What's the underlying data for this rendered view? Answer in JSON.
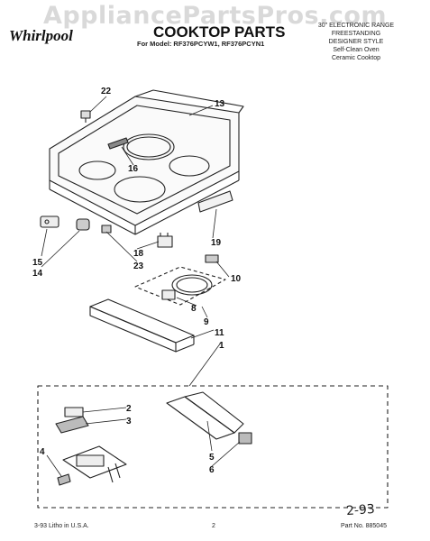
{
  "header": {
    "watermark": "AppliancePartsPros.com",
    "brand": "Whirlpool",
    "title": "COOKTOP PARTS",
    "model_line": "For Model: RF376PCYW1, RF376PCYN1",
    "product_lines": [
      "30\" ELECTRONIC RANGE",
      "FREESTANDING",
      "DESIGNER STYLE",
      "Self-Clean Oven",
      "Ceramic Cooktop"
    ]
  },
  "callouts": [
    "22",
    "13",
    "16",
    "15",
    "14",
    "18",
    "23",
    "19",
    "10",
    "8",
    "9",
    "11",
    "1",
    "2",
    "3",
    "4",
    "5",
    "6"
  ],
  "footer": {
    "printed": "3-93 Litho in U.S.A.",
    "page": "2",
    "part_no": "Part No. 885045",
    "handwritten": "2-93"
  }
}
